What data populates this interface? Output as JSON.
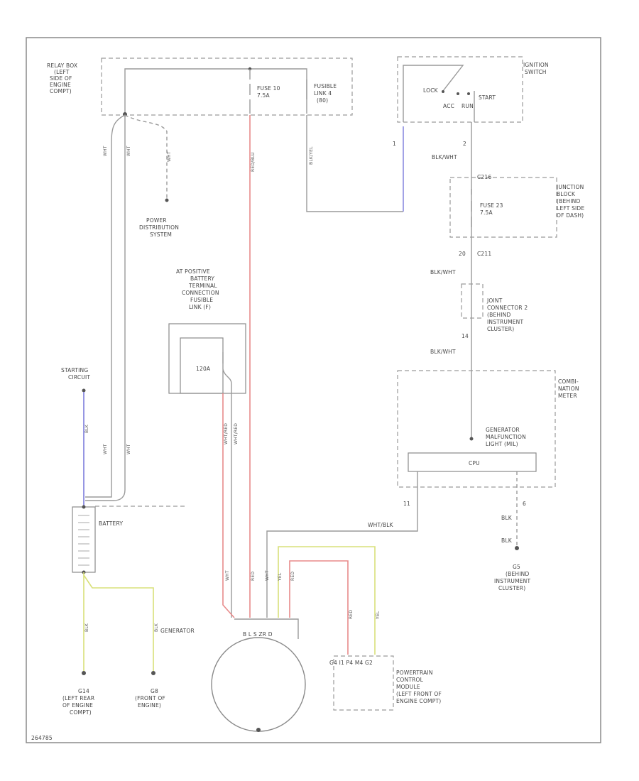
{
  "colors": {
    "frame": "#8a8a8a",
    "wire": "#9a9a9a",
    "red": "#e88a8a",
    "blue": "#8a8ae0",
    "yellow": "#d8e07a",
    "text": "#444444"
  },
  "labels": {
    "relay_box": [
      "RELAY BOX",
      "(LEFT",
      "SIDE OF",
      "ENGINE",
      "COMPT)"
    ],
    "fuse_10": [
      "FUSE 10",
      "7.5A"
    ],
    "fusible_link_4": [
      "FUSIBLE",
      "LINK 4",
      "(80)"
    ],
    "ignition_switch": [
      "IGNITION",
      "SWITCH"
    ],
    "lock": "LOCK",
    "acc": "ACC",
    "run": "RUN",
    "start": "START",
    "junction_block": [
      "JUNCTION",
      "BLOCK",
      "(BEHIND",
      "LEFT SIDE",
      "OF DASH)"
    ],
    "fuse_23": [
      "FUSE 23",
      "7.5A"
    ],
    "joint_connector": [
      "JOINT",
      "CONNECTOR 2",
      "(BEHIND",
      "INSTRUMENT",
      "CLUSTER)"
    ],
    "combination_meter": [
      "COMBI-",
      "NATION",
      "METER"
    ],
    "generator_light": [
      "GENERATOR",
      "MALFUNCTION",
      "LIGHT (MIL)"
    ],
    "cpu": "CPU",
    "power_distribution": [
      "POWER",
      "DISTRIBUTION",
      "SYSTEM"
    ],
    "fusible_link_box": [
      "AT POSITIVE",
      "BATTERY",
      "TERMINAL",
      "CONNECTION",
      "FUSIBLE",
      "LINK (F)"
    ],
    "fuse_120a": "120A",
    "starting_circuit": [
      "STARTING",
      "CIRCUIT"
    ],
    "battery": "BATTERY",
    "generator_wire": "GENERATOR",
    "g14": [
      "G14",
      "(LEFT REAR",
      "OF ENGINE",
      "COMPT)"
    ],
    "g8": [
      "G8",
      "(FRONT OF",
      "ENGINE)"
    ],
    "g5": [
      "G5",
      "(BEHIND",
      "INSTRUMENT",
      "CLUSTER)"
    ],
    "pcm": [
      "POWERTRAIN",
      "CONTROL",
      "MODULE",
      "(LEFT FRONT OF",
      "ENGINE COMPT)"
    ],
    "pcm_pins": "G4 I1 P4 M4 G2",
    "gen_terminals": "B   L   S   ZR  D",
    "wht_blk": "WHT/BLK",
    "blk_wht": "BLK/WHT",
    "blk": "BLK",
    "c211": "C211",
    "c216": "C216",
    "pin_1": "1",
    "pin_2": "2",
    "pin_20": "20",
    "pin_14": "14",
    "pin_11": "11",
    "pin_6": "6",
    "diagram_id": "264785"
  }
}
